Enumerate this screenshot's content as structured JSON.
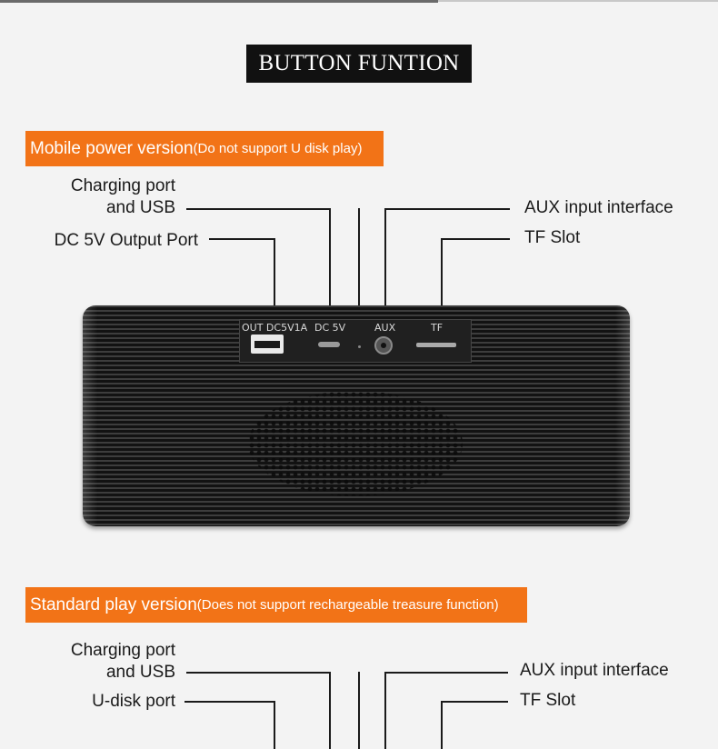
{
  "title": "BUTTON FUNTION",
  "section1": {
    "banner_main": "Mobile power version",
    "banner_note": "(Do not support U disk play)",
    "labels": {
      "charging_l1": "Charging port",
      "charging_l2": "and USB",
      "dc_output": "DC 5V Output Port",
      "aux": "AUX input interface",
      "tf": "TF Slot"
    },
    "panel": {
      "out": "OUT DC5V1A",
      "dc": "DC 5V",
      "aux": "AUX",
      "tf": "TF"
    }
  },
  "section2": {
    "banner_main": "Standard play version",
    "banner_note": "(Does not support rechargeable treasure function)",
    "labels": {
      "charging_l1": "Charging port",
      "charging_l2": "and USB",
      "udisk": "U-disk port",
      "aux": "AUX input interface",
      "tf": "TF Slot"
    }
  },
  "colors": {
    "accent": "#f27317",
    "title_bg": "#111111"
  }
}
